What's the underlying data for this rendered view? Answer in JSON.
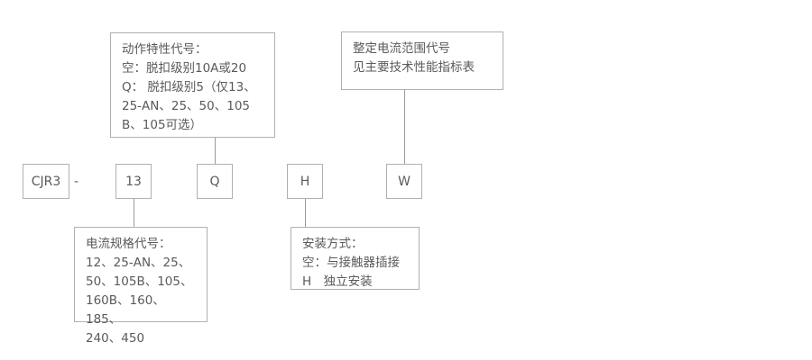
{
  "diagram": {
    "type": "model-code-breakdown",
    "colors": {
      "text": "#5a5a5a",
      "border": "#b0b0b0",
      "connector": "#9a9a9a",
      "background": "#ffffff"
    },
    "model_code": {
      "separator": "-",
      "segments": [
        {
          "key": "series",
          "label": "CJR3"
        },
        {
          "key": "current_spec",
          "label": "13"
        },
        {
          "key": "action_char",
          "label": "Q"
        },
        {
          "key": "install_type",
          "label": "H"
        },
        {
          "key": "current_range",
          "label": "W"
        }
      ]
    },
    "callouts": {
      "action_char": {
        "title": "动作特性代号：",
        "lines": [
          "空：脱扣级别10A或20",
          "Q： 脱扣级别5（仅13、",
          "25-AN、25、50、105",
          "B、105可选）"
        ],
        "text": "动作特性代号：\n空：脱扣级别10A或20\nQ： 脱扣级别5（仅13、\n25-AN、25、50、105\nB、105可选）"
      },
      "current_range": {
        "title": "整定电流范围代号",
        "lines": [
          "见主要技术性能指标表"
        ],
        "text": "整定电流范围代号\n见主要技术性能指标表"
      },
      "current_spec": {
        "title": "电流规格代号：",
        "lines": [
          "12、25-AN、25、",
          "50、105B、105、",
          "160B、160、185、",
          "240、450"
        ],
        "text": "电流规格代号：\n12、25-AN、25、\n50、105B、105、\n160B、160、185、\n240、450"
      },
      "install_type": {
        "title": "安装方式：",
        "lines": [
          "空：与接触器插接",
          "H　独立安装"
        ],
        "text": "安装方式：\n空：与接触器插接\nH　独立安装"
      }
    }
  }
}
